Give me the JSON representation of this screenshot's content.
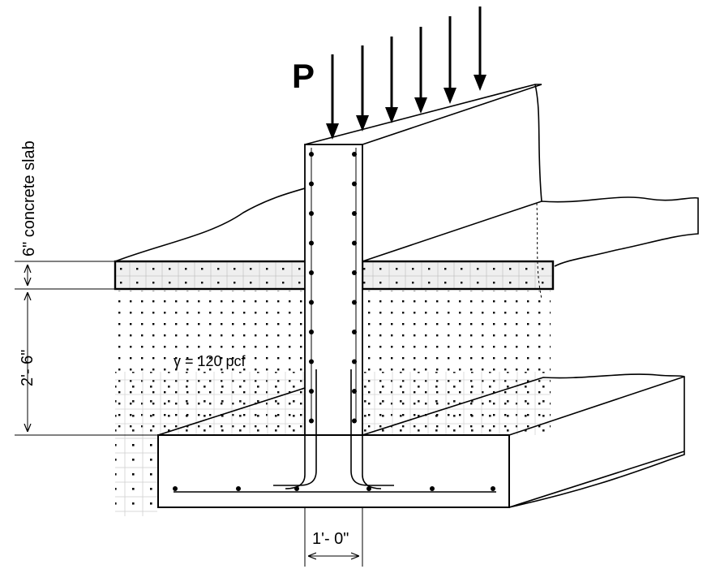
{
  "diagram": {
    "load_label": "P",
    "slab_label": "6\" concrete slab",
    "depth_label": "2'- 6\"",
    "soil_label": "γ = 120 pcf",
    "wall_width_label": "1'- 0\"",
    "colors": {
      "line": "#000000",
      "slab_fill": "#efefef",
      "soil_dot": "#000000",
      "soil_grid": "#cfcfcf",
      "background": "#ffffff"
    }
  }
}
